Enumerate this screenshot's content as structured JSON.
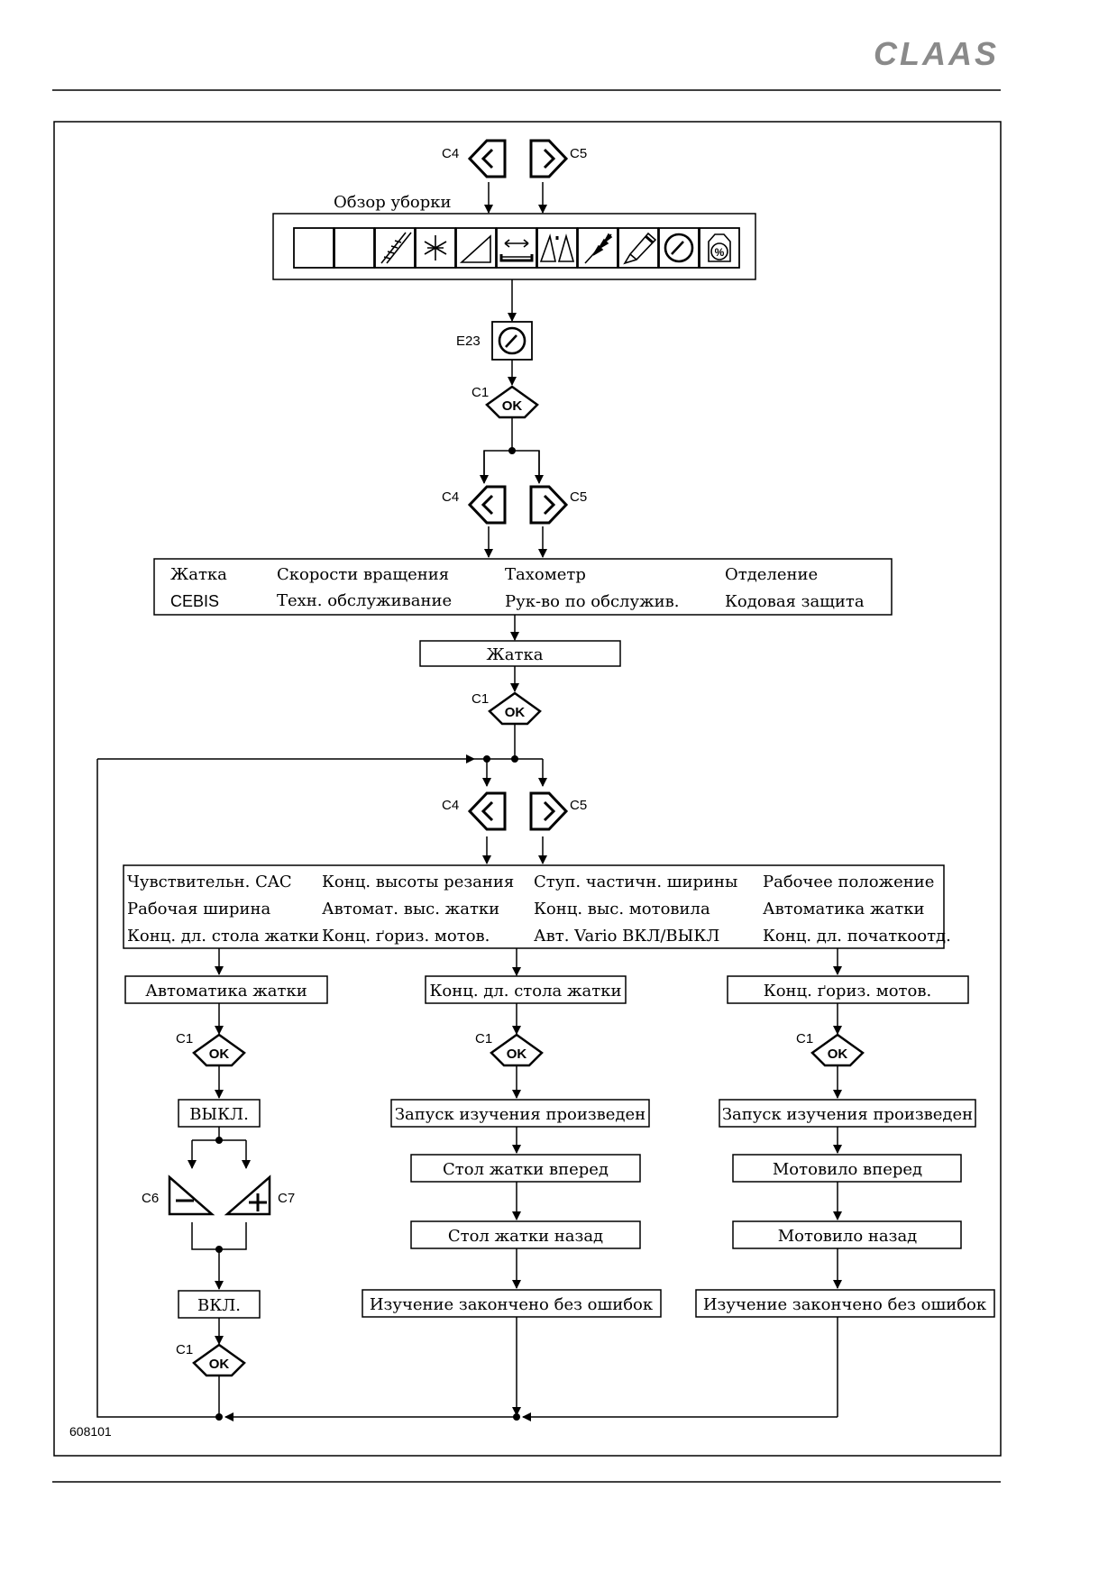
{
  "header": {
    "brand": "CLAAS"
  },
  "figure_id": "608101",
  "harvest_overview": {
    "label": "Обзор уборки"
  },
  "keys": {
    "c1": "C1",
    "c4": "C4",
    "c5": "C5",
    "c6": "C6",
    "c7": "C7",
    "e23": "E23",
    "ok": "OK"
  },
  "main_menu": {
    "row1": [
      "Жатка",
      "Скорости вращения",
      "Тахометр",
      "Отделение"
    ],
    "row2": [
      "CEBIS",
      "Техн. обслуживание",
      "Рук-во по обслужив.",
      "Кодовая защита"
    ]
  },
  "selected_main": "Жатка",
  "header_menu": {
    "col1": [
      "Чувствительн. CAC",
      "Рабочая ширина",
      "Конц. дл. стола жатки"
    ],
    "col2": [
      "Конц. высоты резания",
      "Автомат. выс. жатки",
      "Конц. ґориз. мотов."
    ],
    "col3": [
      "Ступ. частичн. ширины",
      "Конц. выс. мотовила",
      "Авт. Vario ВКЛ/ВЫКЛ"
    ],
    "col4": [
      "Рабочее положение",
      "Автоматика жатки",
      "Конц. дл. початкоотд."
    ]
  },
  "branch_left": {
    "title": "Автоматика жатки",
    "off": "ВЫКЛ.",
    "on": "ВКЛ."
  },
  "branch_middle": {
    "title": "Конц. дл. стола жатки",
    "steps": [
      "Запуск изучения произведен",
      "Стол жатки вперед",
      "Стол жатки назад",
      "Изучение закончено без ошибок"
    ]
  },
  "branch_right": {
    "title": "Конц. ґориз. мотов.",
    "steps": [
      "Запуск изучения произведен",
      "Мотовило вперед",
      "Мотовило назад",
      "Изучение закончено без ошибок"
    ]
  }
}
